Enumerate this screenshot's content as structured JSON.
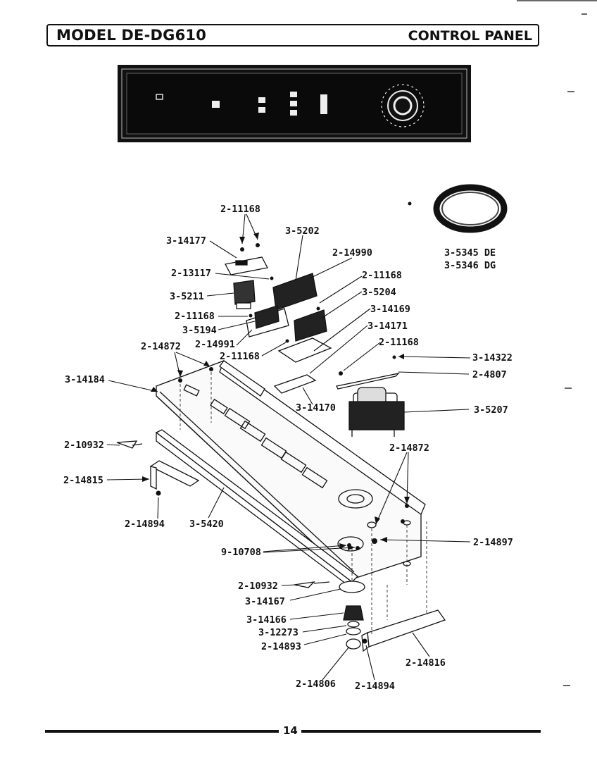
{
  "header": {
    "model": "MODEL DE-DG610",
    "section": "CONTROL PANEL"
  },
  "part_labels": {
    "p_2_11168_top": "2-11168",
    "p_3_5202": "3-5202",
    "p_3_14177": "3-14177",
    "p_2_14990": "2-14990",
    "p_2_13117": "2-13117",
    "p_2_11168_b": "2-11168",
    "p_3_5211": "3-5211",
    "p_3_5204": "3-5204",
    "p_2_11168_c": "2-11168",
    "p_3_14169": "3-14169",
    "p_3_5194": "3-5194",
    "p_3_14171": "3-14171",
    "p_2_14872_left": "2-14872",
    "p_2_14991": "2-14991",
    "p_2_11168_d": "2-11168",
    "p_2_11168_e": "2-11168",
    "p_3_14322": "3-14322",
    "p_3_14184": "3-14184",
    "p_2_4807": "2-4807",
    "p_3_14170": "3-14170",
    "p_3_5207": "3-5207",
    "p_2_10932_left": "2-10932",
    "p_2_14872_right": "2-14872",
    "p_2_14815": "2-14815",
    "p_2_14894_left": "2-14894",
    "p_3_5420": "3-5420",
    "p_2_14897": "2-14897",
    "p_9_10708": "9-10708",
    "p_2_10932_bottom": "2-10932",
    "p_3_14167": "3-14167",
    "p_3_14166": "3-14166",
    "p_3_12273": "3-12273",
    "p_2_14893": "2-14893",
    "p_2_14816": "2-14816",
    "p_2_14806": "2-14806",
    "p_2_14894_bottom": "2-14894",
    "p_3_5345": "3-5345 DE",
    "p_3_5346": "3-5346 DG"
  },
  "footer": {
    "page_number": "14"
  }
}
